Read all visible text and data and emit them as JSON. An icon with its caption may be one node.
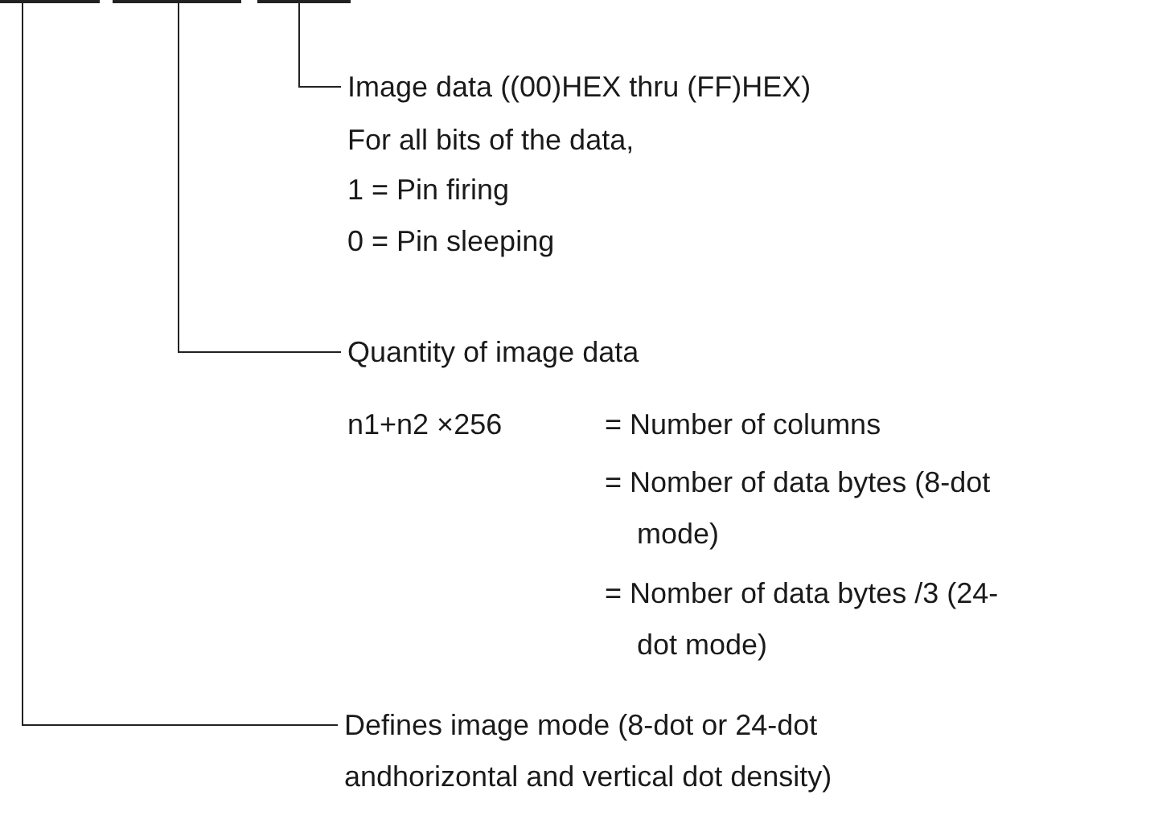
{
  "diagram": {
    "nodes": [
      {
        "text": [],
        "shape": "bar"
      },
      {
        "text": [],
        "shape": "bar"
      },
      {
        "text": [],
        "shape": "bar"
      },
      {
        "text": [
          "Image data ((00)HEX thru (FF)HEX)"
        ]
      },
      {
        "text": [
          "Quantity of image data"
        ]
      },
      {
        "text": [
          "Defines image mode (8-dot or 24-dot andhorizontal and vertical dot density)"
        ]
      }
    ],
    "edges": [
      {
        "from": 2,
        "to": 3,
        "arrow": "none"
      },
      {
        "from": 1,
        "to": 4,
        "arrow": "none"
      },
      {
        "from": 0,
        "to": 5,
        "arrow": "none"
      }
    ],
    "labels": [
      "For all bits of the data,",
      "1 = Pin firing",
      "0 = Pin sleeping",
      "n1+n2 ×256",
      "= Number of columns",
      "= Nomber of data bytes (8-dot mode)",
      "= Nomber of data bytes /3 (24-dot mode)"
    ]
  }
}
